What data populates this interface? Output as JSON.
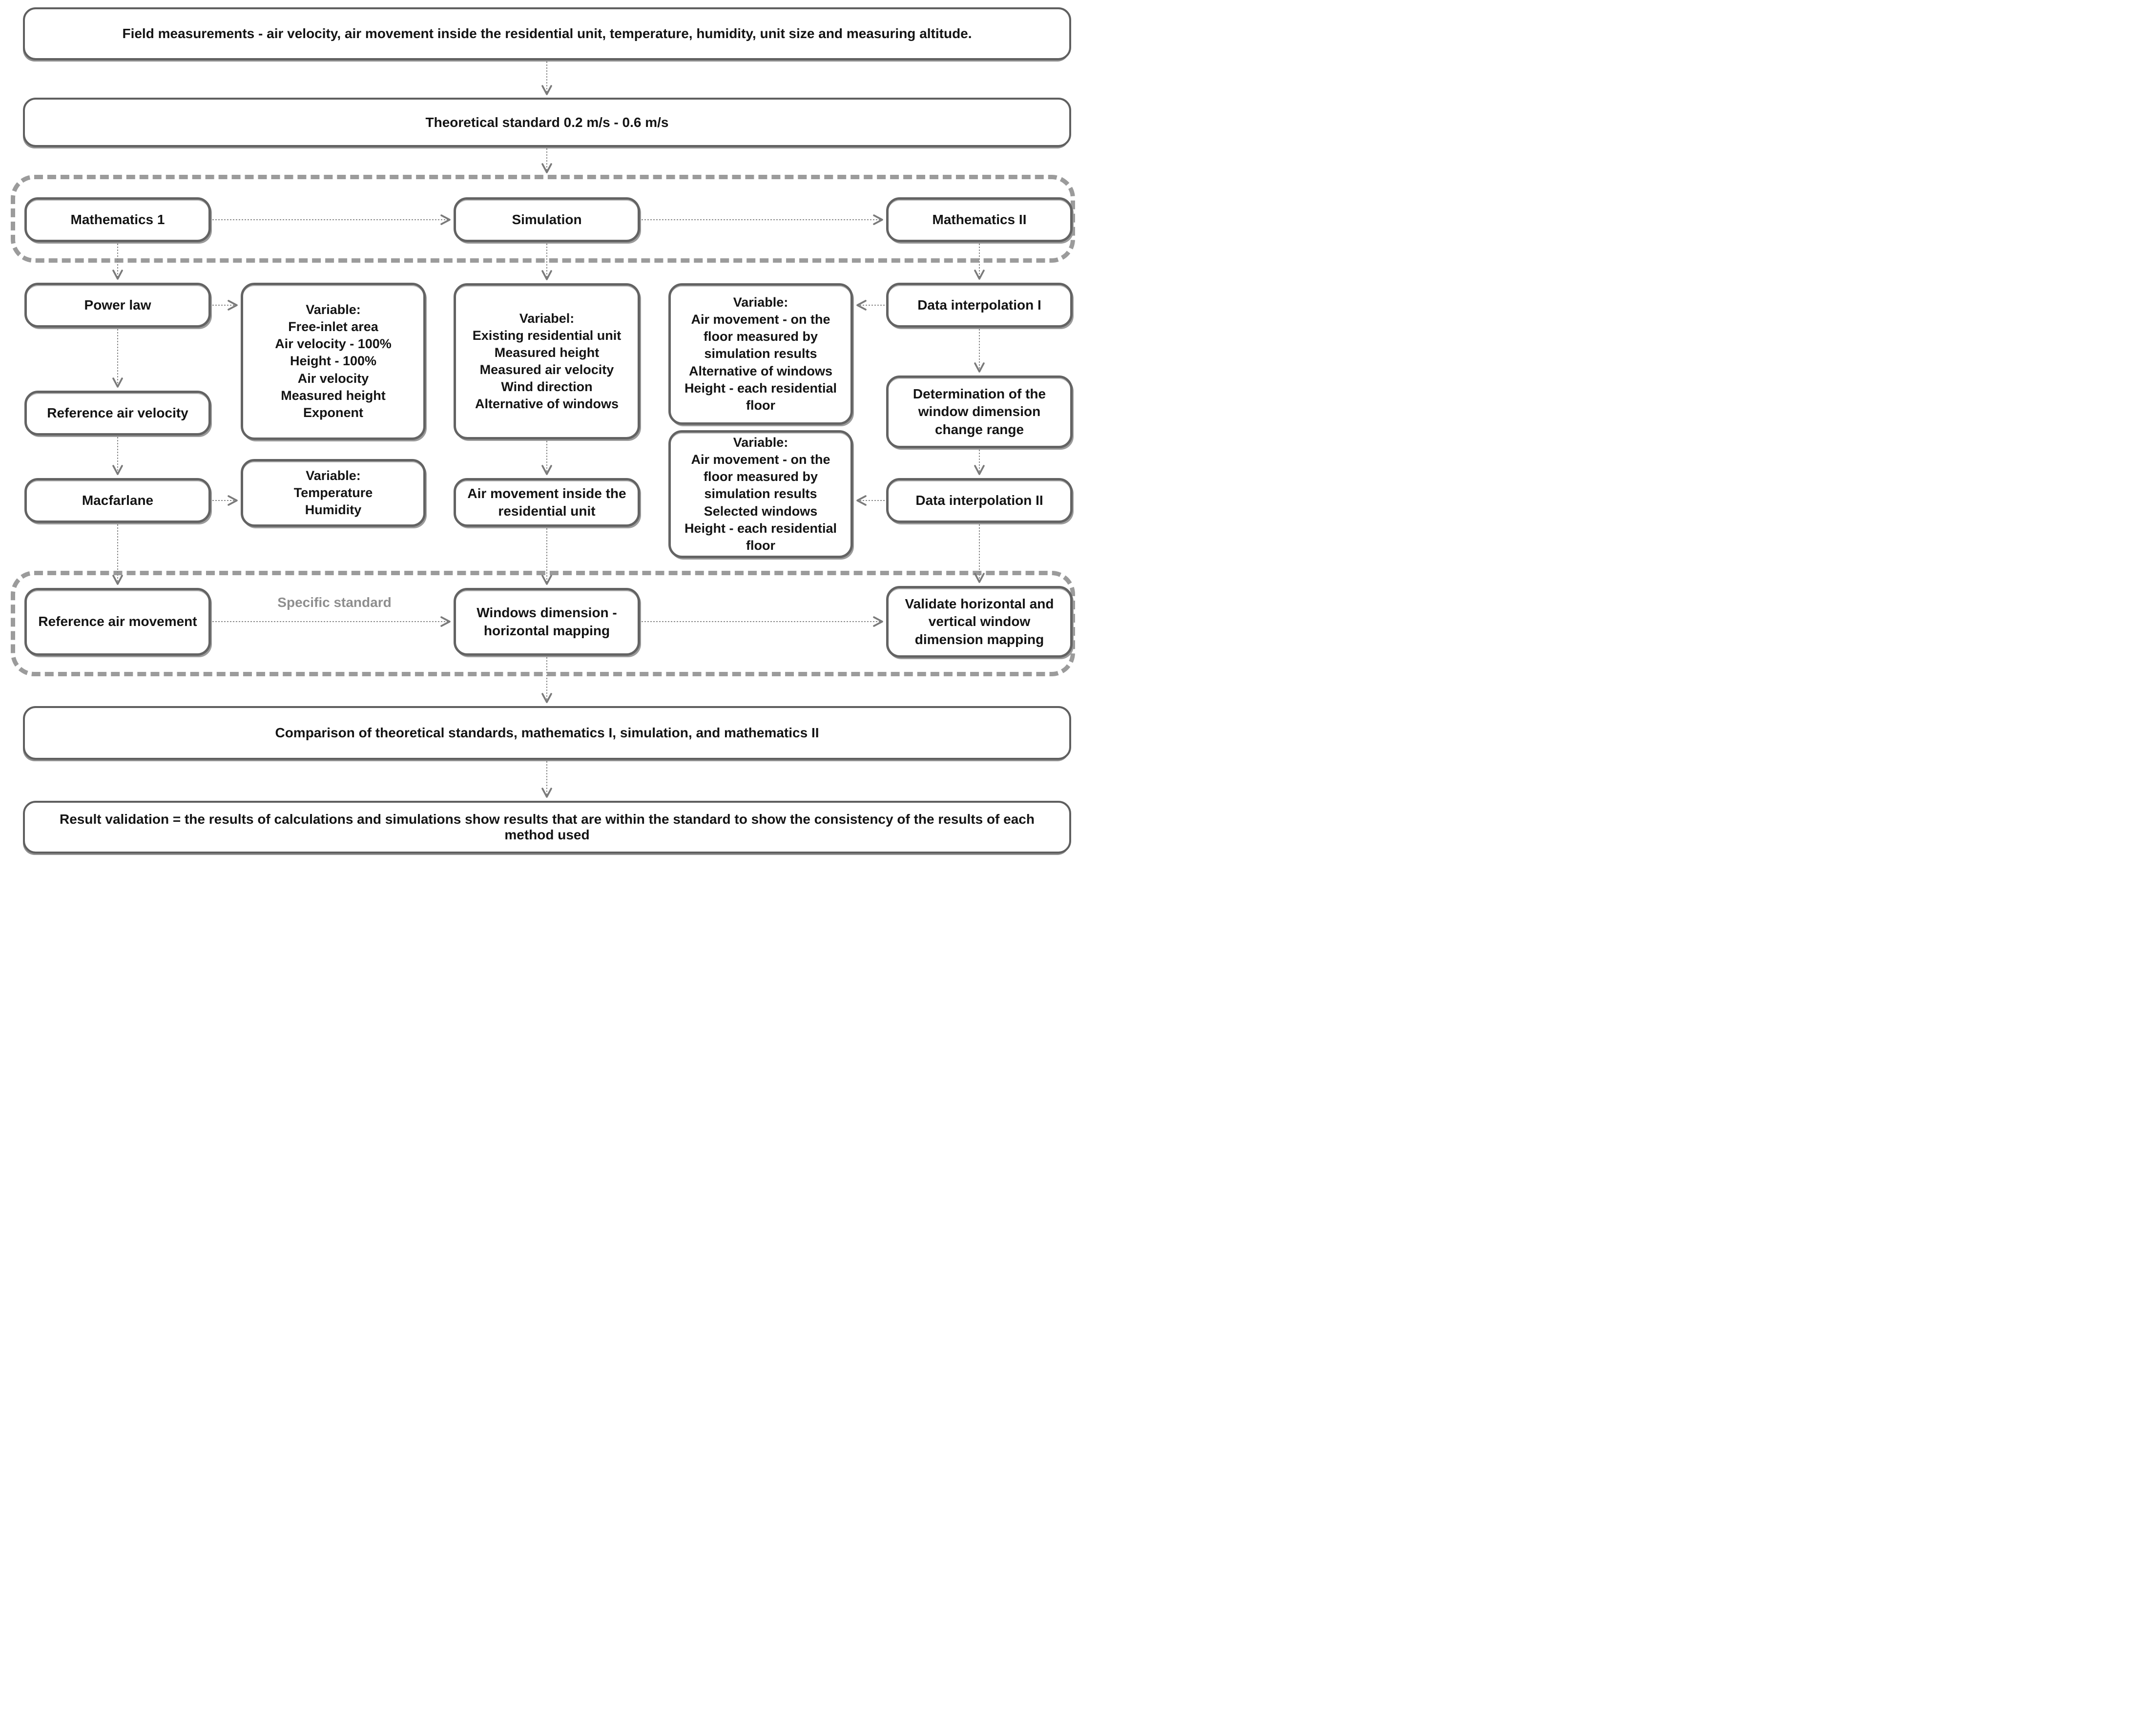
{
  "banners": {
    "field_measurements": "Field measurements - air velocity, air movement inside the residential unit, temperature, humidity, unit size and measuring altitude.",
    "theoretical_standard": "Theoretical standard 0.2 m/s - 0.6 m/s",
    "comparison": "Comparison of theoretical standards, mathematics I, simulation, and mathematics II",
    "result_validation": "Result validation = the results of calculations and simulations show results that are within the standard to show the consistency of the results of each method used"
  },
  "methods_row": {
    "mathematics_1": "Mathematics 1",
    "simulation": "Simulation",
    "mathematics_2": "Mathematics II"
  },
  "nodes": {
    "power_law": "Power law",
    "reference_air_velocity": "Reference air velocity",
    "macfarlane": "Macfarlane",
    "reference_air_movement": "Reference air movement",
    "air_movement_inside": "Air movement inside the residential unit",
    "windows_dimension": "Windows dimension - horizontal mapping",
    "data_interpolation_1": "Data interpolation I",
    "determination": "Determination of the window dimension change range",
    "data_interpolation_2": "Data interpolation II",
    "validate": "Validate horizontal and vertical window dimension mapping"
  },
  "variable_boxes": {
    "power_law_vars": {
      "title": "Variable:",
      "lines": [
        "Free-inlet area",
        "Air velocity - 100%",
        "Height - 100%",
        "Air velocity",
        "Measured height",
        "Exponent"
      ]
    },
    "simulation_vars": {
      "title": "Variabel:",
      "lines": [
        "Existing residential unit",
        "Measured height",
        "Measured air velocity",
        "Wind direction",
        "Alternative of windows"
      ]
    },
    "interpolation_1_vars": {
      "title": "Variable:",
      "lines": [
        "Air movement - on the floor measured by simulation results",
        "Alternative of windows",
        "Height - each residential floor"
      ]
    },
    "macfarlane_vars": {
      "title": "Variable:",
      "lines": [
        "Temperature",
        "Humidity"
      ]
    },
    "interpolation_2_vars": {
      "title": "Variable:",
      "lines": [
        "Air movement - on the floor measured by simulation results",
        "Selected windows",
        "Height - each residential floor"
      ]
    }
  },
  "labels": {
    "specific_standard": "Specific standard"
  }
}
